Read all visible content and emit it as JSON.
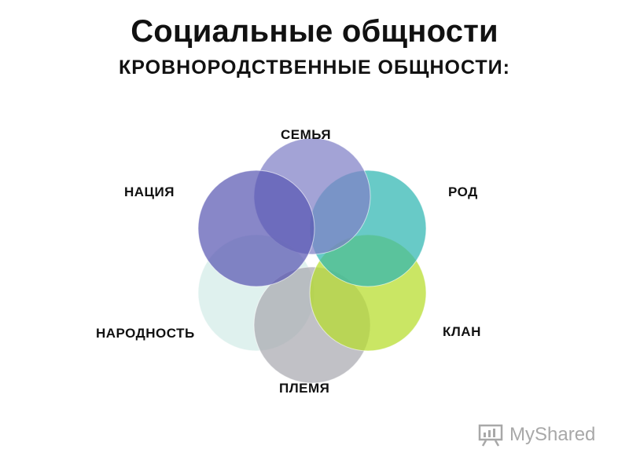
{
  "title": "Социальные общности",
  "subtitle": "КРОВНОРОДСТВЕННЫЕ ОБЩНОСТИ:",
  "diagram": {
    "type": "overlapping-circles",
    "nodes": [
      {
        "label": "СЕМЬЯ",
        "color": "#7f7fc6"
      },
      {
        "label": "РОД",
        "color": "#2fb6b2"
      },
      {
        "label": "КЛАН",
        "color": "#b6dc2a"
      },
      {
        "label": "ПЛЕМЯ",
        "color": "#a9a9b0"
      },
      {
        "label": "НАРОДНОСТЬ",
        "color": "#d2ece7"
      },
      {
        "label": "НАЦИЯ",
        "color": "#5a58b3"
      }
    ]
  },
  "watermark": {
    "text": "MyShared",
    "icon": "presentation-board-icon"
  }
}
